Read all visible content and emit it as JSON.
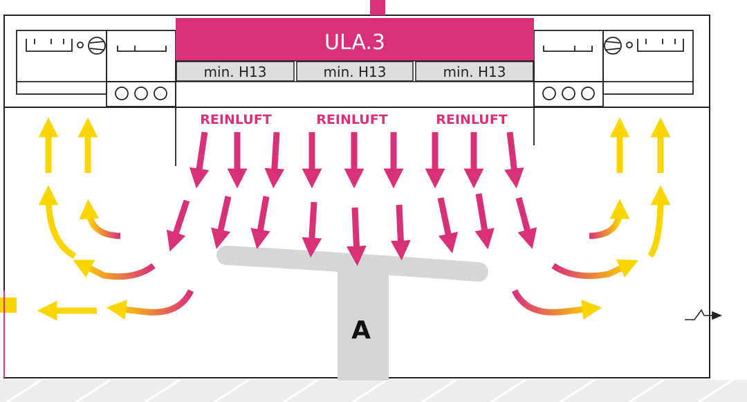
{
  "unit": {
    "name": "ULA.3",
    "color": "#d9307a"
  },
  "filters": [
    {
      "label": "min. H13"
    },
    {
      "label": "min. H13"
    },
    {
      "label": "min. H13"
    }
  ],
  "clean_air_labels": [
    "REINLUFT",
    "REINLUFT",
    "REINLUFT"
  ],
  "table_label": "A",
  "colors": {
    "magenta": "#d9307a",
    "yellow": "#fbd500",
    "orange": "#f3a63d",
    "grey": "#d5d6d8",
    "filter_grey": "#dcdddf",
    "line": "#222222"
  }
}
